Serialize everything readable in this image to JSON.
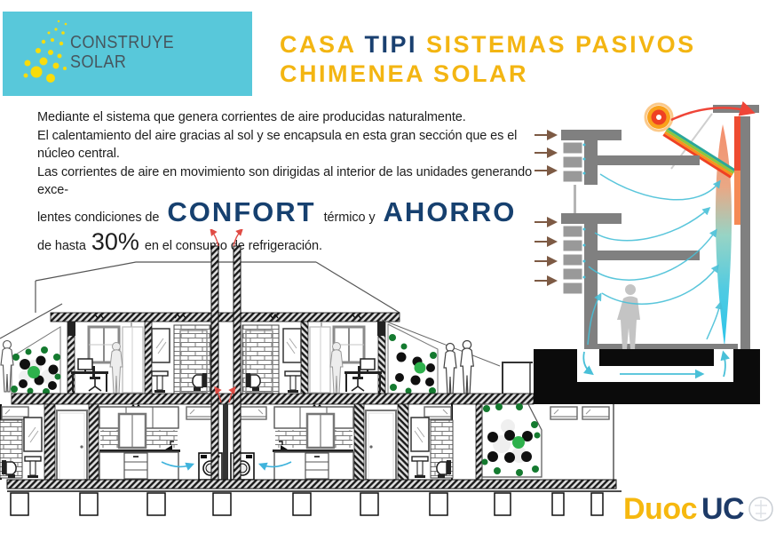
{
  "brand": {
    "line1": "CONSTRUYE",
    "line2": "SOLAR"
  },
  "title": {
    "casa": "CASA ",
    "tipi": "TIPI",
    "rest": " SISTEMAS PASIVOS",
    "line2": "CHIMENEA SOLAR"
  },
  "body": {
    "p1": "Mediante el sistema que genera corrientes de aire producidas naturalmente.",
    "p2": "El calentamiento del aire gracias al sol y se encapsula en esta gran sección que es el núcleo central.",
    "p3": "Las corrientes de aire en movimiento son dirigidas al interior de las unidades generando exce-",
    "p4a": "lentes condiciones de",
    "p4b": "CONFORT",
    "p4c": "térmico y",
    "p4d": "AHORRO",
    "p5a": "de hasta",
    "p5b": "30%",
    "p5c": "en el consumo de refrigeración."
  },
  "footer": {
    "duoc": "Duoc",
    "uc": "UC"
  },
  "icons": {
    "brand_dots": "solar-dots-icon",
    "sun": "sun-icon",
    "crest": "uc-crest-icon"
  },
  "colors": {
    "brand_cyan": "#58c8da",
    "brand_dot_yellow": "#f8dc0b",
    "title_yellow": "#f3b512",
    "title_navy": "#1a4070",
    "highlight_navy": "#16406f",
    "airflow_cyan": "#49c0d8",
    "hot_red": "#ef4538",
    "vegetation_green": "#2eb14c",
    "diagram_gray": "#808080",
    "ground_black": "#0b0b0b",
    "duoc_yellow": "#f6b80f",
    "duoc_navy": "#1d3a67"
  }
}
